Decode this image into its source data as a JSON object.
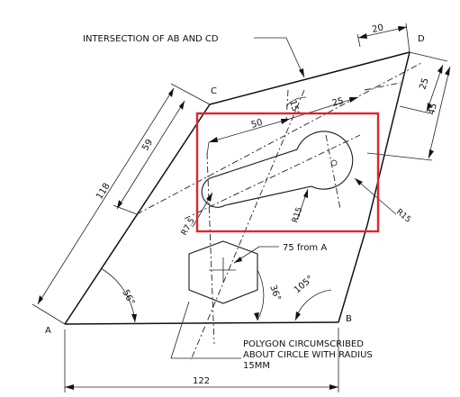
{
  "points": {
    "a": "A",
    "b": "B",
    "c": "C",
    "d": "D"
  },
  "notes": {
    "intersection": "INTERSECTION OF AB AND CD",
    "polygon_line1": "POLYGON CIRCUMSCRIBED",
    "polygon_line2": "ABOUT CIRCLE WITH RADIUS",
    "polygon_line3": "15MM",
    "seventy_five": "75 from A"
  },
  "dimensions": {
    "d118": "118",
    "d59": "59",
    "d122": "122",
    "d20": "20",
    "d25_right": "25",
    "d45": "45",
    "d50": "50",
    "d25_top": "25",
    "r7_5": "R7.5",
    "r15_inner": "R15",
    "r15_outer": "R15",
    "a15": "15°",
    "a56": "56°",
    "a36": "36°",
    "a105": "105°"
  },
  "highlight": {
    "color": "#e0242f"
  }
}
